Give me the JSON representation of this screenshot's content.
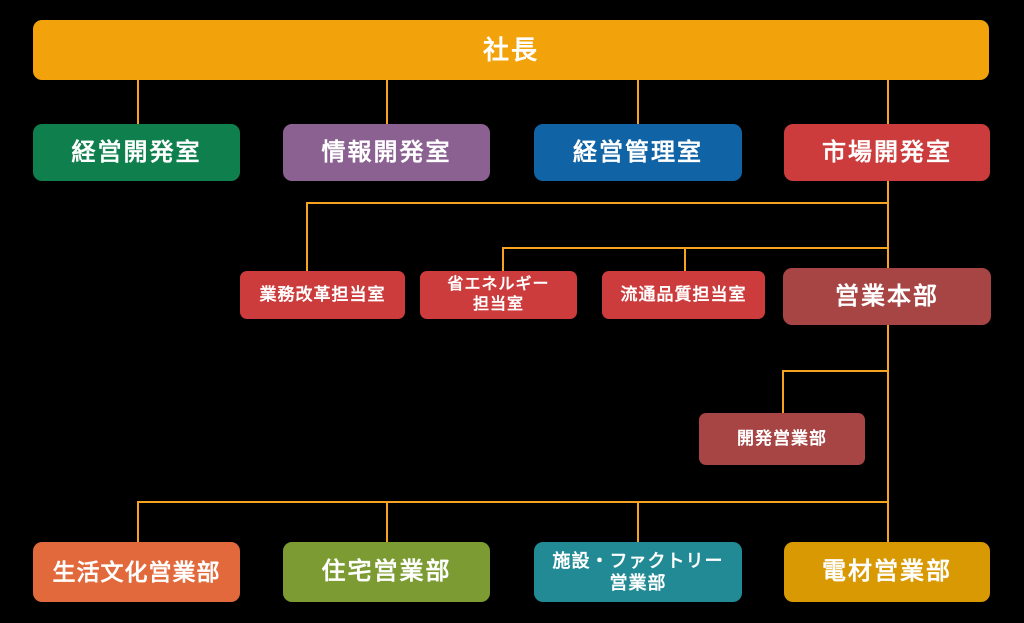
{
  "diagram": {
    "type": "org-chart",
    "background_color": "#000000",
    "line_color": "#F6A41F",
    "text_color": "#FFFFFF",
    "nodes": [
      {
        "id": "president",
        "label": "社長",
        "color": "#F2A30B",
        "level": 1,
        "parent": null
      },
      {
        "id": "management-development",
        "label": "経営開発室",
        "color": "#0E7F4D",
        "level": 2,
        "parent": "president"
      },
      {
        "id": "information-development",
        "label": "情報開発室",
        "color": "#8A6190",
        "level": 2,
        "parent": "president"
      },
      {
        "id": "administration",
        "label": "経営管理室",
        "color": "#1063A5",
        "level": 2,
        "parent": "president"
      },
      {
        "id": "market-development",
        "label": "市場開発室",
        "color": "#CC3C3C",
        "level": 2,
        "parent": "president"
      },
      {
        "id": "business-reform",
        "label": "業務改革担当室",
        "color": "#CC3C3C",
        "level": 3,
        "parent": "market-development"
      },
      {
        "id": "energy-saving",
        "label": "省エネルギー\n担当室",
        "color": "#CC3C3C",
        "level": 3,
        "parent": "market-development"
      },
      {
        "id": "distribution-quality",
        "label": "流通品質担当室",
        "color": "#CC3C3C",
        "level": 3,
        "parent": "market-development"
      },
      {
        "id": "sales-headquarters",
        "label": "営業本部",
        "color": "#A74444",
        "level": 3,
        "parent": "market-development"
      },
      {
        "id": "development-sales",
        "label": "開発営業部",
        "color": "#A74444",
        "level": 4,
        "parent": "sales-headquarters"
      },
      {
        "id": "lifestyle-culture-sales",
        "label": "生活文化営業部",
        "color": "#E2693C",
        "level": 5,
        "parent": "sales-headquarters"
      },
      {
        "id": "housing-sales",
        "label": "住宅営業部",
        "color": "#7C9C33",
        "level": 5,
        "parent": "sales-headquarters"
      },
      {
        "id": "facility-factory-sales",
        "label": "施設・ファクトリー\n営業部",
        "color": "#218A94",
        "level": 5,
        "parent": "sales-headquarters"
      },
      {
        "id": "electrical-materials-sales",
        "label": "電材営業部",
        "color": "#D89903",
        "level": 5,
        "parent": "sales-headquarters"
      }
    ]
  }
}
